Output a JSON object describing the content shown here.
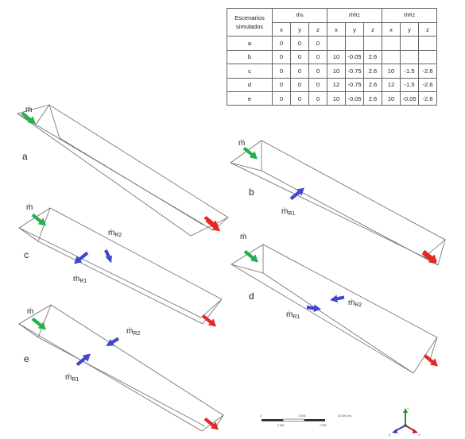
{
  "table": {
    "corner_label_1": "Escenarios",
    "corner_label_2": "simulados",
    "groups": [
      {
        "base": "ṁ",
        "sub": "s"
      },
      {
        "base": "ṁ",
        "sub": "R1"
      },
      {
        "base": "ṁ",
        "sub": "R2"
      }
    ],
    "axes": [
      "x",
      "y",
      "z"
    ],
    "rows": [
      {
        "name": "a",
        "cells": [
          "0",
          "0",
          "0",
          "",
          "",
          "",
          "",
          "",
          ""
        ]
      },
      {
        "name": "b",
        "cells": [
          "0",
          "0",
          "0",
          "10",
          "-0.05",
          "2.6",
          "",
          "",
          ""
        ]
      },
      {
        "name": "c",
        "cells": [
          "0",
          "0",
          "0",
          "10",
          "-0.75",
          "2.6",
          "10",
          "-1.5",
          "-2.6"
        ]
      },
      {
        "name": "d",
        "cells": [
          "0",
          "0",
          "0",
          "12",
          "-0.75",
          "2.6",
          "12",
          "-1.5",
          "-2.6"
        ]
      },
      {
        "name": "e",
        "cells": [
          "0",
          "0",
          "0",
          "10",
          "-0.05",
          "2.6",
          "10",
          "-0.05",
          "-2.6"
        ]
      }
    ]
  },
  "panels": [
    {
      "label": "a"
    },
    {
      "label": "b"
    },
    {
      "label": "c"
    },
    {
      "label": "d"
    },
    {
      "label": "e"
    }
  ],
  "flow_labels": {
    "inlet": "ṁ",
    "r_base": "ṁ",
    "r1_sub": "R1",
    "r2_sub": "R2"
  },
  "colors": {
    "inlet_arrow": "#22b14c",
    "outlet_arrow": "#e8262a",
    "injection_arrow": "#3f48cc",
    "channel_line": "#6b6b6b"
  },
  "scale_bar": {
    "ticks": [
      "0",
      "2.500",
      "5.000",
      "7.500",
      "10.000 (m)"
    ]
  },
  "axis_triad": {
    "labels": [
      "Y",
      "Z",
      "X"
    ]
  }
}
